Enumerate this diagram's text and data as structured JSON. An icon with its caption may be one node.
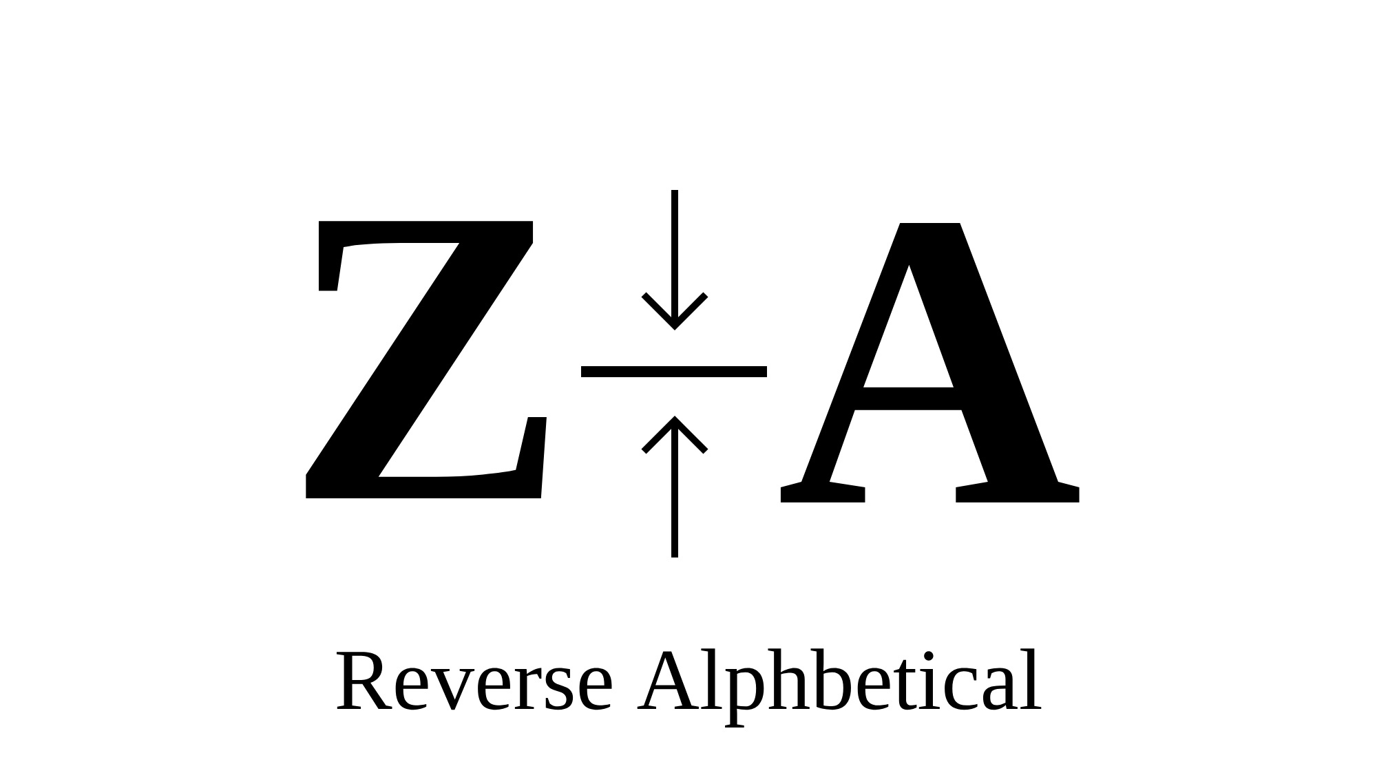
{
  "diagram": {
    "caption": "Reverse Alphbetical",
    "labels": [
      "Z",
      "A"
    ]
  }
}
